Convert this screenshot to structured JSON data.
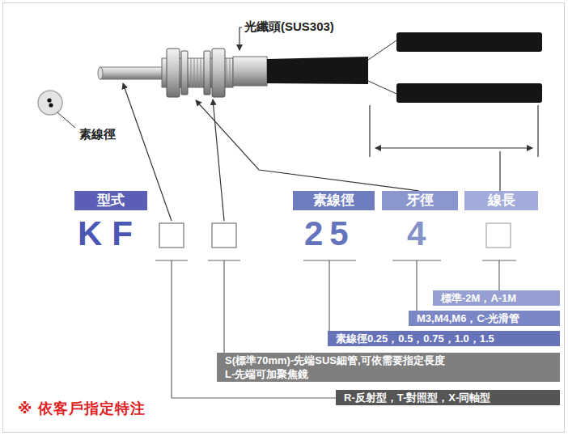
{
  "diagram": {
    "nodes": [
      {
        "text": [
          "型式"
        ]
      },
      {
        "text": [
          "素線徑"
        ]
      },
      {
        "text": [
          "牙徑"
        ]
      },
      {
        "text": [
          "線長"
        ]
      },
      {
        "text": [
          "標準-2M，A-1M"
        ]
      },
      {
        "text": [
          "M3,M4,M6，C-光滑管"
        ]
      },
      {
        "text": [
          "素線徑0.25，0.5，0.75，1.0，1.5"
        ]
      },
      {
        "text": [
          "S(標準70mm)-先端SUS細管,可依需要指定長度",
          "L-先端可加聚焦鏡"
        ]
      },
      {
        "text": [
          "R-反射型，T-對照型，X-同軸型"
        ]
      }
    ],
    "labels": [
      "光纖頭(SUS303)",
      "素線徑",
      "KF",
      "25",
      "4",
      "※ 依客戶指定特注"
    ]
  }
}
